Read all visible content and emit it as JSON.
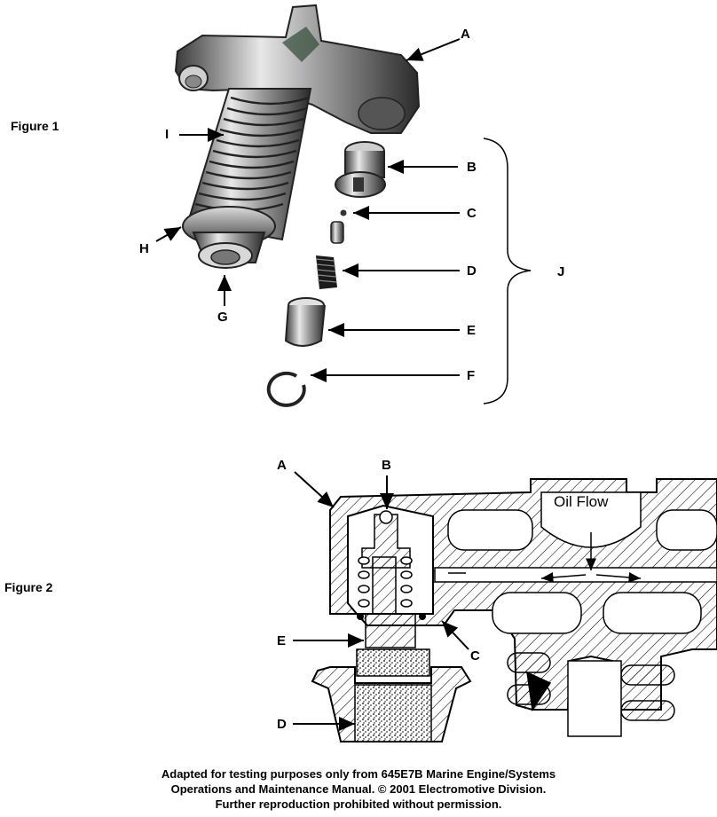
{
  "figure1": {
    "title": "Figure 1",
    "labels": {
      "A": "A",
      "B": "B",
      "C": "C",
      "D": "D",
      "E": "E",
      "F": "F",
      "G": "G",
      "H": "H",
      "I": "I",
      "J": "J"
    }
  },
  "figure2": {
    "title": "Figure 2",
    "labels": {
      "A": "A",
      "B": "B",
      "C": "C",
      "D": "D",
      "E": "E"
    },
    "oil_flow": "Oil Flow"
  },
  "caption": {
    "line1": "Adapted for testing purposes only from 645E7B Marine Engine/Systems",
    "line2": "Operations and Maintenance Manual.  © 2001 Electromotive Division.",
    "line3": "Further reproduction prohibited without permission."
  }
}
